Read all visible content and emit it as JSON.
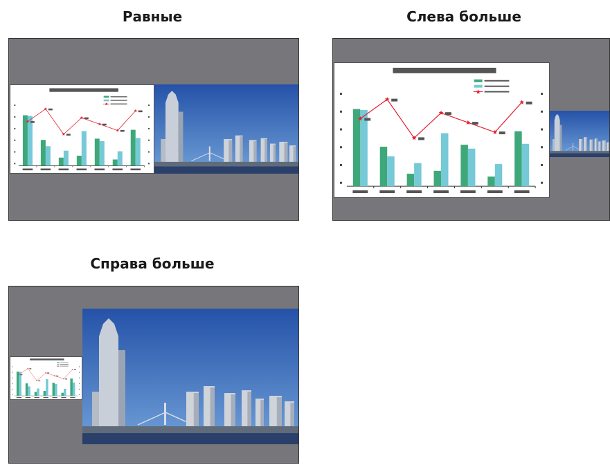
{
  "panels": [
    {
      "id": "equal",
      "title": "Равные"
    },
    {
      "id": "left_larger",
      "title": "Слева больше"
    },
    {
      "id": "right_larger",
      "title": "Справа больше"
    }
  ],
  "colors": {
    "screen_bg": "#77777b",
    "bar_series_1": "#3ea87a",
    "bar_series_2": "#76c9d6",
    "line_series": "#e5202f",
    "placeholder_label": "#555555",
    "sky": "#2c64b8",
    "water": "#2a3f6a"
  },
  "icons": {
    "chart": "chart-thumbnail-icon",
    "photo": "city-skyline-photo"
  },
  "chart_data": {
    "type": "bar",
    "categories": [
      "",
      "",
      "",
      "",
      "",
      "",
      ""
    ],
    "series": [
      {
        "type": "bar",
        "values": [
          8,
          4.1,
          1.3,
          1.6,
          4.3,
          1.0,
          5.7
        ]
      },
      {
        "type": "bar",
        "values": [
          7.9,
          3.1,
          2.4,
          5.5,
          3.9,
          2.3,
          4.4
        ]
      },
      {
        "type": "line",
        "values": [
          7.0,
          9.0,
          5.0,
          7.6,
          6.6,
          5.6,
          8.7
        ]
      }
    ],
    "ylim": [
      0,
      11
    ],
    "grid": false,
    "legend": "top-right"
  }
}
